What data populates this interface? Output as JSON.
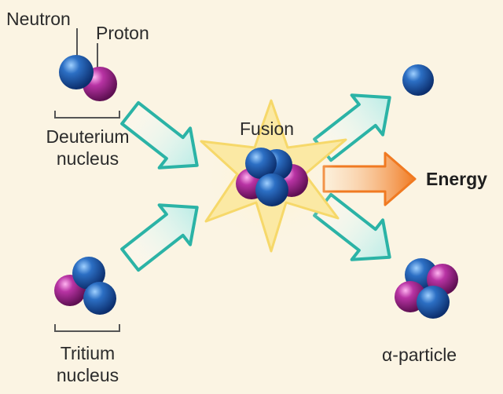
{
  "labels": {
    "neutron": "Neutron",
    "proton": "Proton",
    "deuterium_line1": "Deuterium",
    "deuterium_line2": "nucleus",
    "tritium_line1": "Tritium",
    "tritium_line2": "nucleus",
    "fusion": "Fusion",
    "energy": "Energy",
    "alpha": "α-particle"
  },
  "colors": {
    "neutron": "#1f5fb0",
    "proton": "#b0309e",
    "arrow_teal": "#2bb3a6",
    "energy_orange": "#f07a22",
    "flash": "#f8e69a",
    "background": "#fbf4e3"
  },
  "icons": {
    "neutron": "neutron-sphere-icon",
    "proton": "proton-sphere-icon",
    "arrow": "right-arrow-icon",
    "star": "starburst-icon"
  }
}
